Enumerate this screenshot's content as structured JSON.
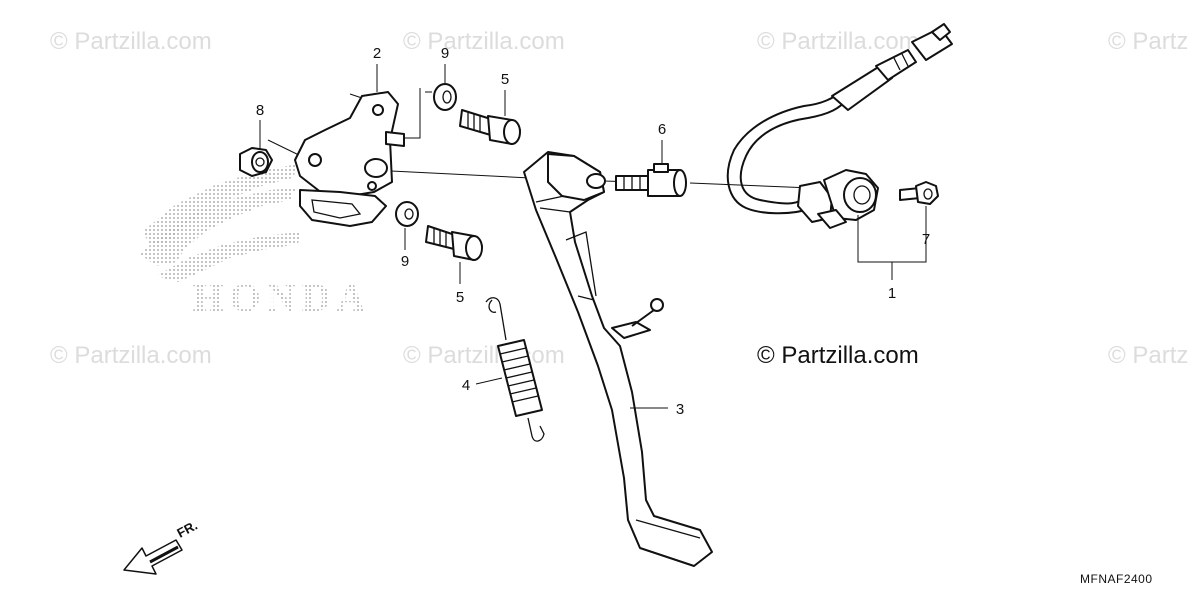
{
  "watermarks": {
    "faded": [
      "© Partzilla.com",
      "© Partzilla.com",
      "© Partzilla.com",
      "© Partz",
      "© Partzilla.com",
      "© Partzilla.com",
      "© Partz"
    ],
    "main": "© Partzilla.com"
  },
  "brand_logo": {
    "text": "HONDA"
  },
  "diagram_code": "MFNAF2400",
  "direction_marker": {
    "label": "FR."
  },
  "callouts": [
    {
      "id": "callout-1",
      "label": "1"
    },
    {
      "id": "callout-2",
      "label": "2"
    },
    {
      "id": "callout-3",
      "label": "3"
    },
    {
      "id": "callout-4",
      "label": "4"
    },
    {
      "id": "callout-5a",
      "label": "5"
    },
    {
      "id": "callout-5b",
      "label": "5"
    },
    {
      "id": "callout-6",
      "label": "6"
    },
    {
      "id": "callout-7",
      "label": "7"
    },
    {
      "id": "callout-8",
      "label": "8"
    },
    {
      "id": "callout-9a",
      "label": "9"
    },
    {
      "id": "callout-9b",
      "label": "9"
    }
  ]
}
